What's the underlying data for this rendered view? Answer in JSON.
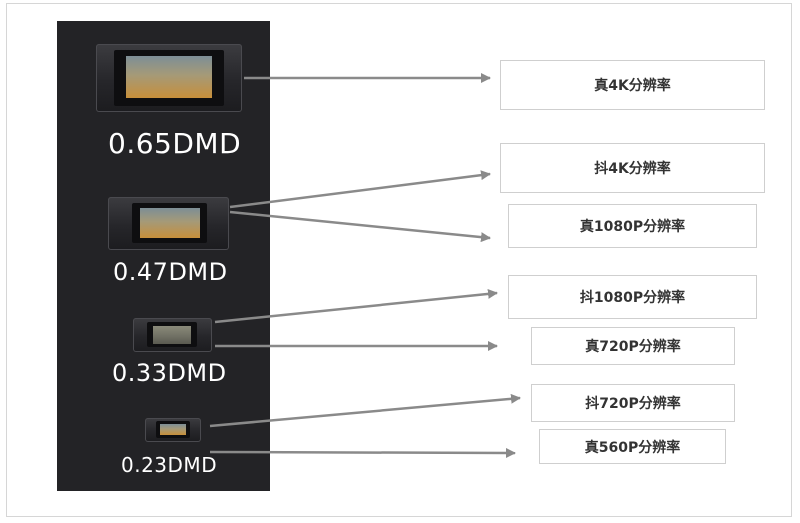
{
  "chips": [
    {
      "label": "0.65DMD"
    },
    {
      "label": "0.47DMD"
    },
    {
      "label": "0.33DMD"
    },
    {
      "label": "0.23DMD"
    }
  ],
  "resolutions": [
    {
      "text": "真4K分辨率"
    },
    {
      "text": "抖4K分辨率"
    },
    {
      "text": "真1080P分辨率"
    },
    {
      "text": "抖1080P分辨率"
    },
    {
      "text": "真720P分辨率"
    },
    {
      "text": "抖720P分辨率"
    },
    {
      "text": "真560P分辨率"
    }
  ],
  "colors": {
    "panel": "#232326",
    "arrow": "#8a8a8a",
    "box_border": "#cfcfcf"
  }
}
